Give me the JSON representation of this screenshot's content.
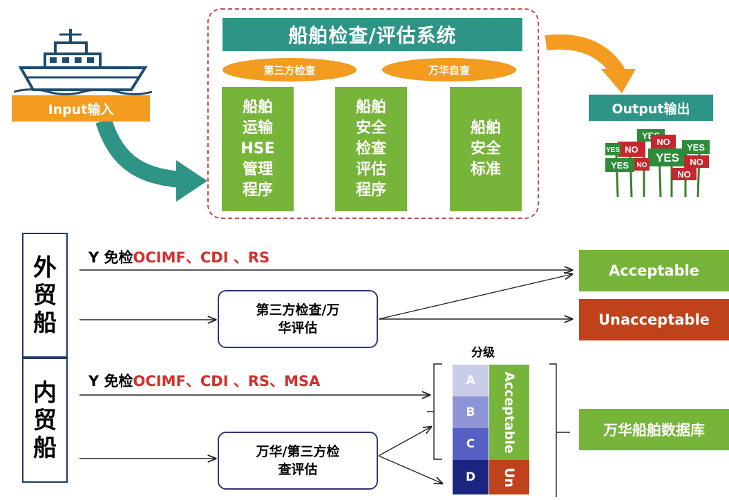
{
  "system": {
    "title": "船舶检查/评估系统",
    "ovals": [
      "第三方检查",
      "万华自查"
    ],
    "columns": [
      [
        "船舶",
        "运输",
        "HSE",
        "管理",
        "程序"
      ],
      [
        "船舶",
        "安全",
        "检查",
        "评估",
        "程序"
      ],
      [
        "船舶",
        "安全",
        "标准"
      ]
    ]
  },
  "input_label": "Input输入",
  "output_label": "Output输出",
  "signs": {
    "texts": [
      "YES",
      "NO",
      "NO",
      "YES",
      "YES",
      "NO",
      "YES",
      "YES",
      "NO",
      "NO"
    ]
  },
  "foreign": {
    "label": [
      "外",
      "贸",
      "船"
    ],
    "exempt_prefix": "Y 免检",
    "exempt_list": "OCIMF、CDI 、RS",
    "process": [
      "第三方检查/万",
      "华评估"
    ]
  },
  "domestic": {
    "label": [
      "内",
      "贸",
      "船"
    ],
    "exempt_prefix": "Y 免检",
    "exempt_list": "OCIMF、CDI 、RS、MSA",
    "process": [
      "万华/第三方检",
      "查评估"
    ]
  },
  "results": {
    "acceptable": "Acceptable",
    "unacceptable": "Unacceptable"
  },
  "grading": {
    "title": "分级",
    "grades": [
      "A",
      "B",
      "C",
      "D"
    ],
    "acceptable": "Acceptable",
    "unacceptable_short": "Un"
  },
  "database_label": "万华船舶数据库",
  "colors": {
    "teal": "#2e9486",
    "orange": "#f39c1f",
    "green": "#77b43a",
    "red": "#c0421b",
    "navy": "#203864",
    "grade_a": "#c9cdea",
    "grade_b": "#8d95d6",
    "grade_c": "#565fc2",
    "grade_d": "#1b2580"
  }
}
